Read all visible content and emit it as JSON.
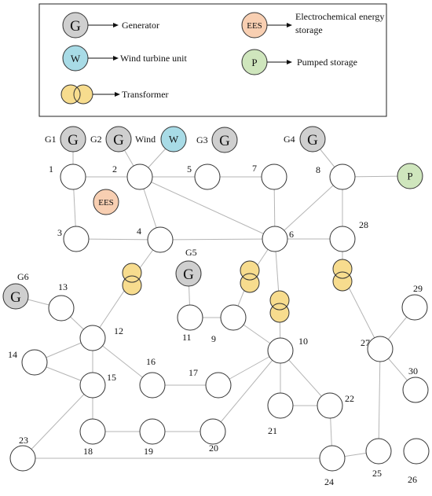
{
  "legend": {
    "items": [
      {
        "key": "G",
        "symbol": "generator-symbol",
        "label": "Generator"
      },
      {
        "key": "W",
        "symbol": "wind-symbol",
        "label": "Wind turbine unit"
      },
      {
        "key": "T",
        "symbol": "transformer-symbol",
        "label": "Transformer"
      },
      {
        "key": "EES",
        "symbol": "ees-symbol",
        "label_lines": [
          "Electrochemical energy",
          "storage"
        ]
      },
      {
        "key": "P",
        "symbol": "pumped-symbol",
        "label": "Pumped storage"
      }
    ]
  },
  "colors": {
    "generator": "#cfcfcf",
    "wind": "#a8dbe6",
    "transformer": "#f7dc8e",
    "ees": "#f8cfb2",
    "pumped": "#cfe6bd",
    "line": "#b5b5b5",
    "node_stroke": "#333333"
  },
  "nodes": [
    "1",
    "2",
    "3",
    "4",
    "5",
    "6",
    "7",
    "8",
    "9",
    "10",
    "11",
    "12",
    "13",
    "14",
    "15",
    "16",
    "17",
    "18",
    "19",
    "20",
    "21",
    "22",
    "23",
    "24",
    "25",
    "26",
    "27",
    "28",
    "29",
    "30"
  ],
  "generators": [
    {
      "id": "G1",
      "symbol": "G",
      "label": "G1"
    },
    {
      "id": "G2",
      "symbol": "G",
      "label": "G2"
    },
    {
      "id": "G3",
      "symbol": "G",
      "label": "G3"
    },
    {
      "id": "G4",
      "symbol": "G",
      "label": "G4"
    },
    {
      "id": "G5",
      "symbol": "G",
      "label": "G5"
    },
    {
      "id": "G6",
      "symbol": "G",
      "label": "G6"
    }
  ],
  "wind": {
    "symbol": "W",
    "label": "Wind"
  },
  "ees": {
    "symbol": "EES"
  },
  "pumped": {
    "symbol": "P"
  },
  "transformers": [
    "T1",
    "T2",
    "T3",
    "T4"
  ]
}
